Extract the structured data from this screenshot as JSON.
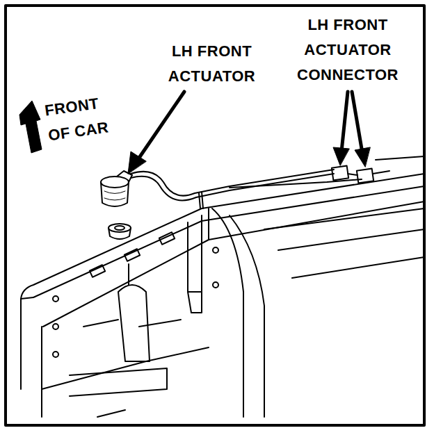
{
  "diagram": {
    "labels": [
      "LH FRONT ACTUATOR",
      "LH FRONT ACTUATOR CONNECTOR",
      "FRONT OF CAR"
    ]
  }
}
